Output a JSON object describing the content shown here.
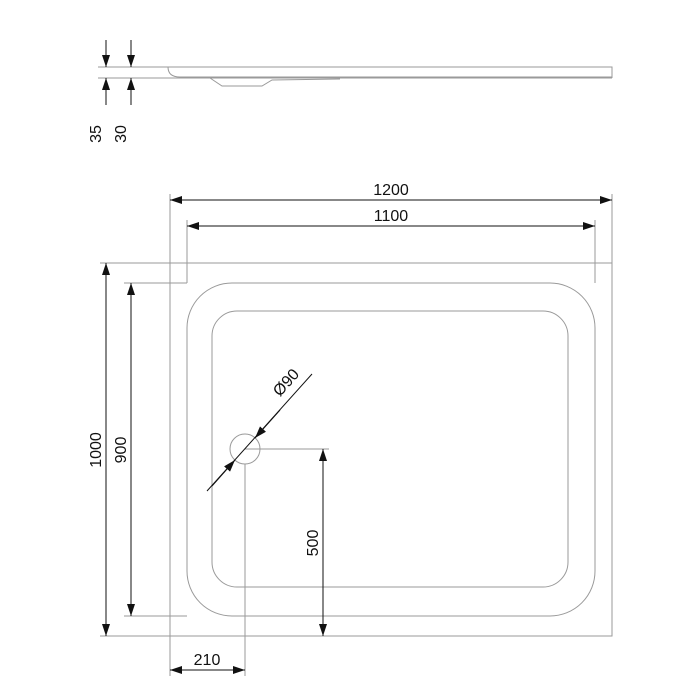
{
  "drawing": {
    "dimensions": {
      "side_total_height": "35",
      "side_tray_height": "30",
      "overall_width": "1200",
      "inner_width": "1100",
      "overall_depth": "1000",
      "inner_depth": "900",
      "drain_diameter": "Ø90",
      "drain_offset_y": "500",
      "drain_offset_x": "210"
    },
    "colors": {
      "outline": "#9a9a9a",
      "dimension_line": "#111111",
      "background": "#ffffff"
    }
  }
}
